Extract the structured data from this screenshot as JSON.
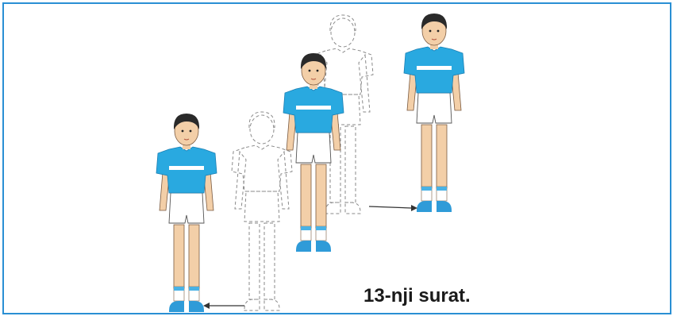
{
  "figure": {
    "caption": "13-nji surat.",
    "colors": {
      "frame": "#2a8fd4",
      "shirt": "#29a9e0",
      "shirt_stripe": "#ffffff",
      "skin": "#f3cfa8",
      "hair": "#2a2a2a",
      "socks": "#4ab2e5",
      "shoes": "#2f9bd8",
      "ghost_outline": "#8a8a8a"
    },
    "illustration_description_icons": [
      "boy-figure",
      "boy-figure-dashed",
      "arrow-left-icon",
      "arrow-right-icon"
    ]
  }
}
